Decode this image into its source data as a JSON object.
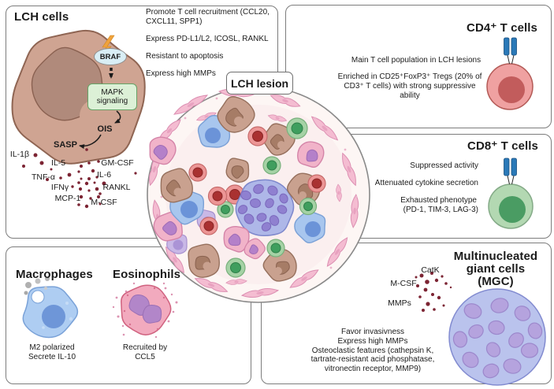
{
  "palette": {
    "lch_cell_brown": "#c9a18f",
    "macrophage_blue": "#a8c6ee",
    "eosinophil_pink": "#f1b3c9",
    "cd4_red": "#efa1a1",
    "cd8_green": "#b3d8b2",
    "mgc_body_purple": "#aeb7e8",
    "mgc_nuclei_purple": "#8f80d0",
    "cytokine_dot_maroon": "#7c2433",
    "receptor_blue": "#2a79b8",
    "mapk_box_green": "#dcf0d6",
    "braf_bubble_blue": "#d9eef5",
    "fibroblast_pink": "#f4bcd1",
    "panel_border_gray": "#7c7c7c"
  },
  "lesion": {
    "label": "LCH lesion"
  },
  "panels": {
    "lch": {
      "title": "LCH cells",
      "bullets": [
        "Promote T cell recruitment (CCL20,\nCXCL11, SPP1)",
        "Express PD-L1/L2, ICOSL, RANKL",
        "Resistant to apoptosis",
        "Express high MMPs"
      ],
      "braf_label": "BRAF",
      "mapk_label": "MAPK\nsignaling",
      "ois_label": "OIS",
      "sasp_label": "SASP",
      "cytokines": [
        "IL-1β",
        "IL-5",
        "GM-CSF",
        "TNF-α",
        "IL-6",
        "IFNγ",
        "RANKL",
        "MCP-1",
        "M-CSF"
      ]
    },
    "cd4": {
      "title": "CD4⁺ T cells",
      "line1": "Main T cell population in LCH lesions",
      "line2": "Enriched in CD25⁺FoxP3⁺ Tregs (20% of\nCD3⁺ T cells) with strong suppressive ability"
    },
    "cd8": {
      "title": "CD8⁺ T cells",
      "line1": "Suppressed activity",
      "line2": "Attenuated cytokine secretion",
      "line3": "Exhausted phenotype",
      "line4": "(PD-1, TIM-3, LAG-3)"
    },
    "mgc": {
      "title": "Multinucleated\ngiant cells (MGC)",
      "factors": [
        "CatK",
        "M-CSF",
        "MMPs"
      ],
      "description": "Favor invasivness\nExpress high MMPs\nOsteoclastic features (cathepsin K,\ntartrate-resistant acid phosphatase,\nvitronectin receptor, MMP9)"
    },
    "mac_eos": {
      "mac_title": "Macrophages",
      "mac_desc": "M2 polarized\nSecrete IL-10",
      "eos_title": "Eosinophils",
      "eos_desc": "Recruited by\nCCL5"
    }
  }
}
